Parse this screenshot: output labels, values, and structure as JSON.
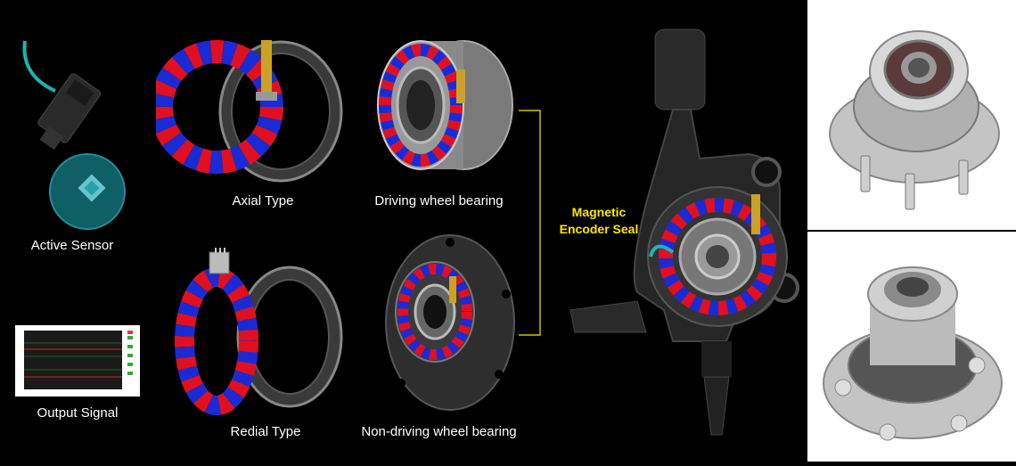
{
  "labels": {
    "active_sensor": "Active Sensor",
    "output_signal": "Output Signal",
    "axial_type": "Axial Type",
    "radial_type": "Redial Type",
    "driving_bearing": "Driving wheel bearing",
    "non_driving_bearing": "Non-driving wheel bearing",
    "magnetic_encoder_line1": "Magnetic",
    "magnetic_encoder_line2": "Encoder Seal"
  },
  "colors": {
    "magnet_red": "#e01020",
    "magnet_blue": "#1a2bd6",
    "highlight": "#ffe600",
    "cable_teal": "#1fb3b0"
  },
  "icons": {
    "sensor": "active-sensor-icon",
    "chip": "sensor-chip-icon",
    "signal": "oscilloscope-icon",
    "knuckle": "steering-knuckle-icon",
    "hub": "wheel-hub-icon"
  }
}
